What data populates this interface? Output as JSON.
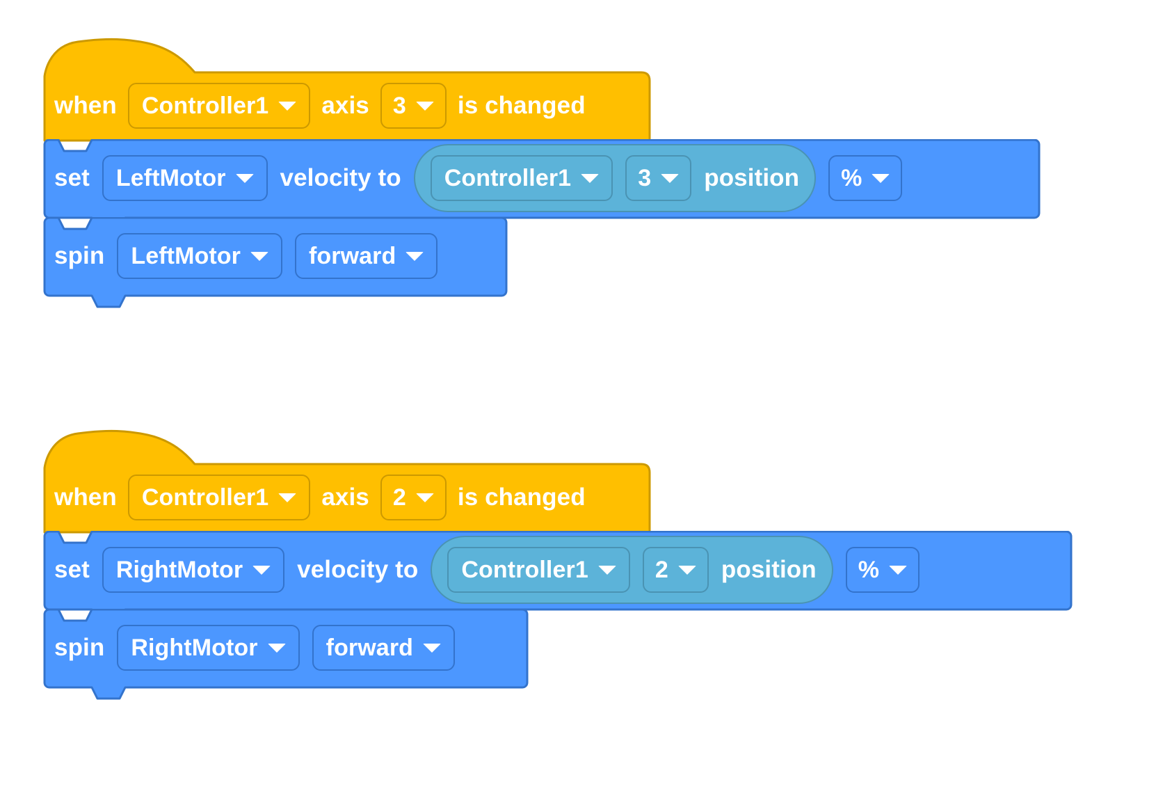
{
  "theme": {
    "canvas_bg": "#ffffff",
    "event_block_color": "#FFBF00",
    "event_block_border": "#CC9900",
    "motion_block_color": "#4C97FF",
    "motion_block_border": "#3373CC",
    "reporter_color": "#5CB3D9",
    "reporter_border": "#4A93B3",
    "text_color": "#FFFFFF"
  },
  "icons": {
    "dropdown": "chevron-down-icon"
  },
  "scripts": [
    {
      "id": "script-left-motor",
      "hat": {
        "prefix": "when",
        "device": "Controller1",
        "middle": "axis",
        "axis": "3",
        "suffix": "is changed"
      },
      "set_block": {
        "prefix": "set",
        "motor": "LeftMotor",
        "middle": "velocity to",
        "reporter": {
          "device": "Controller1",
          "axis": "3",
          "suffix": "position"
        },
        "units": "%"
      },
      "spin_block": {
        "prefix": "spin",
        "motor": "LeftMotor",
        "direction": "forward"
      }
    },
    {
      "id": "script-right-motor",
      "hat": {
        "prefix": "when",
        "device": "Controller1",
        "middle": "axis",
        "axis": "2",
        "suffix": "is changed"
      },
      "set_block": {
        "prefix": "set",
        "motor": "RightMotor",
        "middle": "velocity to",
        "reporter": {
          "device": "Controller1",
          "axis": "2",
          "suffix": "position"
        },
        "units": "%"
      },
      "spin_block": {
        "prefix": "spin",
        "motor": "RightMotor",
        "direction": "forward"
      }
    }
  ]
}
